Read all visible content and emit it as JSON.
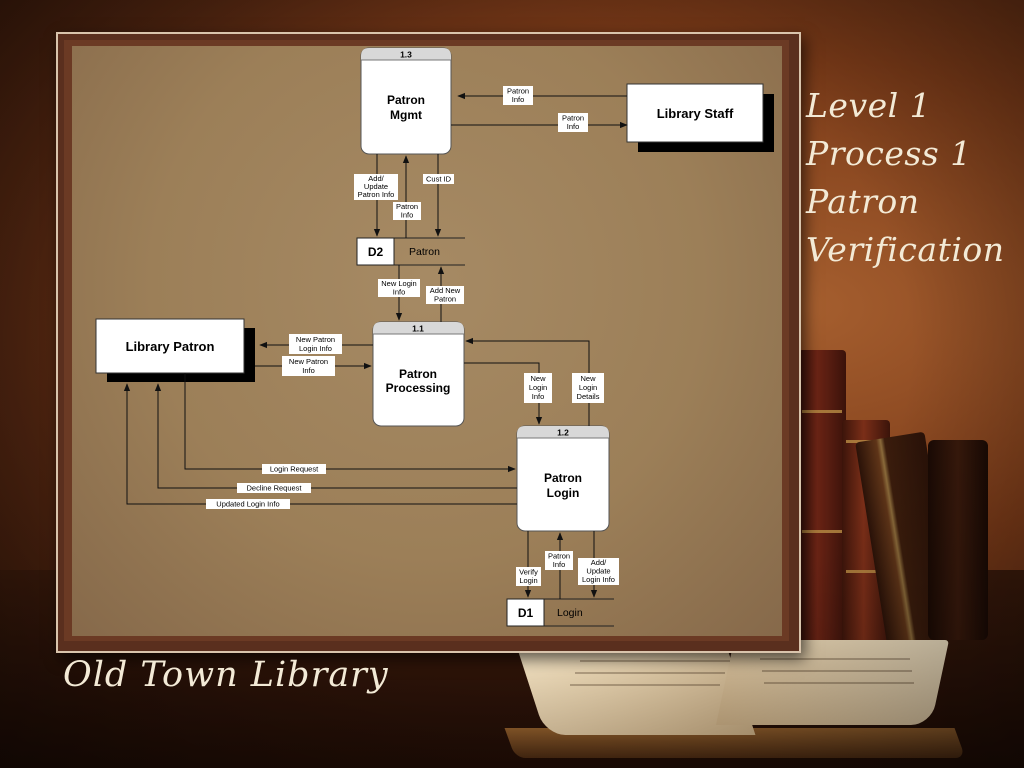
{
  "title_lines": [
    "Level 1",
    "Process 1",
    "Patron",
    "Verification"
  ],
  "footer": "Old Town Library",
  "diagram": {
    "entities": {
      "library_staff": "Library Staff",
      "library_patron": "Library Patron"
    },
    "processes": {
      "p13": {
        "id": "1.3",
        "line1": "Patron",
        "line2": "Mgmt"
      },
      "p11": {
        "id": "1.1",
        "line1": "Patron",
        "line2": "Processing"
      },
      "p12": {
        "id": "1.2",
        "line1": "Patron",
        "line2": "Login"
      }
    },
    "stores": {
      "d2": {
        "id": "D2",
        "name": "Patron"
      },
      "d1": {
        "id": "D1",
        "name": "Login"
      }
    },
    "flows": {
      "staff_to_mgmt": [
        "Patron",
        "Info"
      ],
      "mgmt_to_staff": [
        "Patron",
        "Info"
      ],
      "add_update_d2": [
        "Add/",
        "Update",
        "Patron Info"
      ],
      "d2_patron_info": [
        "Patron",
        "Info"
      ],
      "cust_id": [
        "Cust ID"
      ],
      "new_login_info_d2": [
        "New Login",
        "Info"
      ],
      "add_new_patron": [
        "Add New",
        "Patron"
      ],
      "new_patron_login_info": [
        "New Patron",
        "Login Info"
      ],
      "new_patron_info": [
        "New Patron",
        "Info"
      ],
      "new_login_info_12": [
        "New",
        "Login",
        "Info"
      ],
      "new_login_details": [
        "New",
        "Login",
        "Details"
      ],
      "login_request": [
        "Login Request"
      ],
      "decline_request": [
        "Decline Request"
      ],
      "updated_login_info": [
        "Updated Login Info"
      ],
      "verify_login": [
        "Verify",
        "Login"
      ],
      "d1_patron_info": [
        "Patron",
        "Info"
      ],
      "add_update_login": [
        "Add/",
        "Update",
        "Login Info"
      ]
    }
  },
  "colors": {
    "paper": "#9c7f58",
    "frame": "#5a2f1e",
    "script_text": "#f3ead6",
    "line": "#1a1a1a"
  }
}
